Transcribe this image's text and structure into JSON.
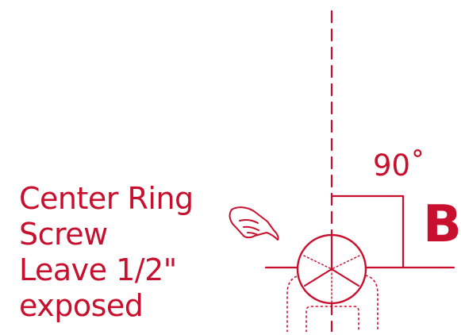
{
  "instruction": {
    "line1": "Center Ring",
    "line2": "Screw",
    "line3": "Leave 1/2\"",
    "line4": "exposed"
  },
  "angle_label": "90˚",
  "section_label": "B",
  "icons": {
    "hand": "pointing-hand-icon",
    "screw_head": "phillips-screw-head-icon"
  },
  "colors": {
    "accent": "#c8102e",
    "background": "#ffffff"
  }
}
